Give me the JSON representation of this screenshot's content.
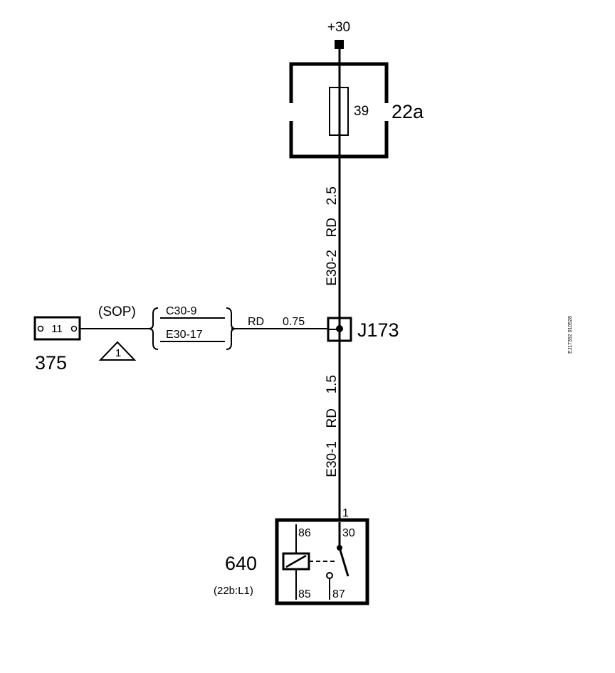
{
  "supply": {
    "label": "+30"
  },
  "fuse_box": {
    "id": "22a",
    "fuse_number": "39"
  },
  "upper_wire": {
    "gauge": "2.5",
    "color": "RD",
    "code": "E30-2"
  },
  "junction": {
    "id": "J173"
  },
  "side_wire": {
    "color": "RD",
    "gauge": "0.75"
  },
  "option_label": "(SOP)",
  "harness_codes": [
    "C30-9",
    "E30-17"
  ],
  "connector": {
    "id": "375",
    "pin": "11"
  },
  "note_number": "1",
  "lower_wire": {
    "gauge": "1.5",
    "color": "RD",
    "code": "E30-1"
  },
  "relay": {
    "id": "640",
    "reference": "(22b:L1)",
    "input_pin": "1",
    "terminals": {
      "t86": "86",
      "t30": "30",
      "t85": "85",
      "t87": "87"
    }
  },
  "drawing_code": "EJ17392 010528"
}
